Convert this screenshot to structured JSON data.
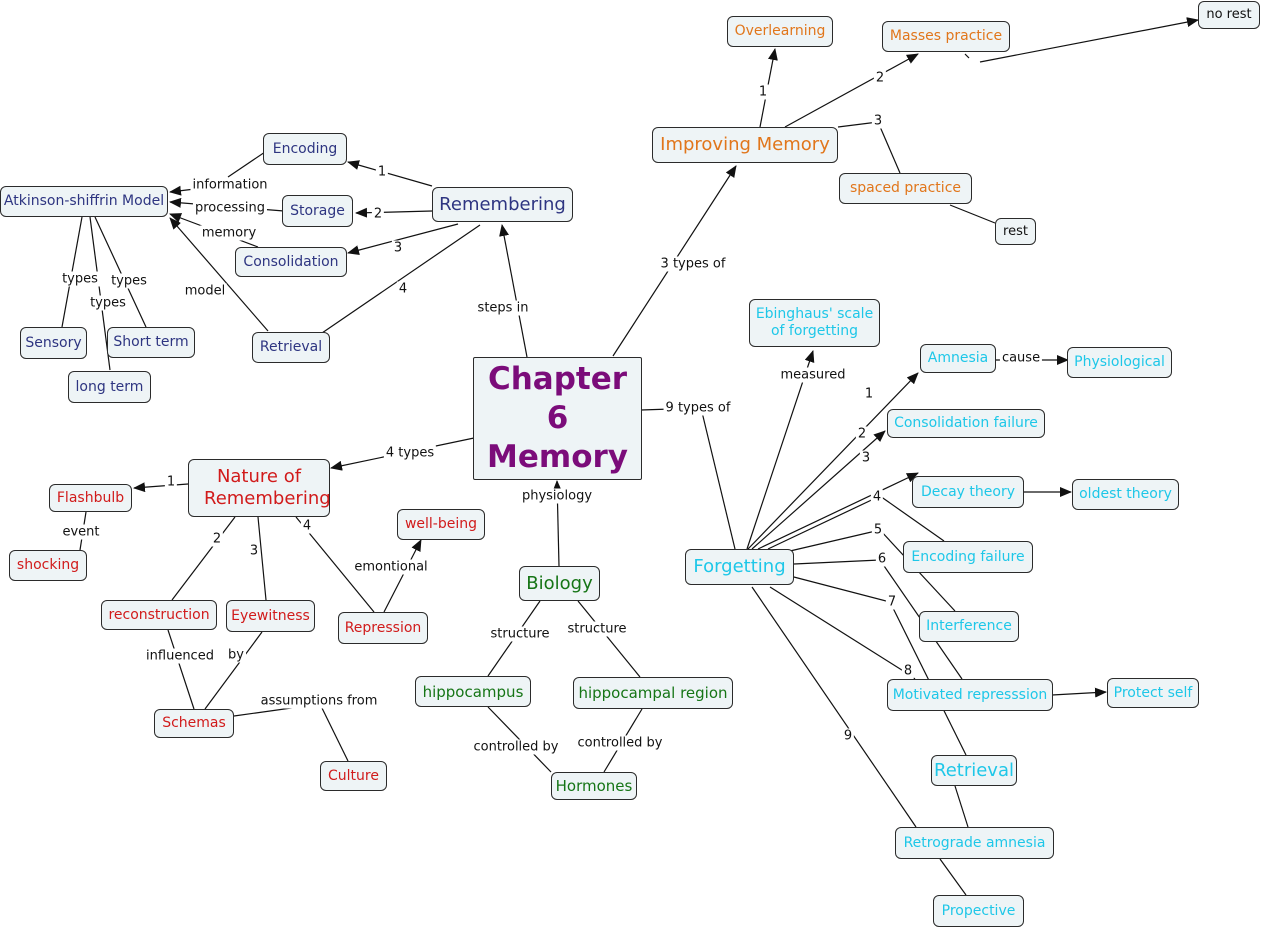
{
  "colors": {
    "blue": "#2e3581",
    "orange": "#e1761b",
    "cyan": "#1ec7e8",
    "red": "#d11b1b",
    "green": "#167516",
    "purple": "#7b0c7a",
    "node_fill": "#eef4f6",
    "line": "#111111"
  },
  "center": {
    "line1": "Chapter 6",
    "line2": "Memory"
  },
  "remembering": {
    "title": "Remembering",
    "model": "Atkinson-shiffrin Model",
    "steps": {
      "encoding": "Encoding",
      "storage": "Storage",
      "consolidation": "Consolidation",
      "retrieval": "Retrieval"
    },
    "stores": {
      "sensory": "Sensory",
      "short_term": "Short term",
      "long_term": "long term"
    }
  },
  "improving": {
    "title": "Improving Memory",
    "overlearning": "Overlearning",
    "masses_practice": "Masses practice",
    "no_rest": "no rest",
    "spaced_practice": "spaced practice",
    "rest": "rest"
  },
  "nature": {
    "title": "Nature of Remembering",
    "flashbulb": "Flashbulb",
    "shocking": "shocking",
    "reconstruction": "reconstruction",
    "eyewitness": "Eyewitness",
    "repression": "Repression",
    "well_being": "well-being",
    "schemas": "Schemas",
    "culture": "Culture"
  },
  "biology": {
    "title": "Biology",
    "hippocampus": "hippocampus",
    "hippocampal_region": "hippocampal region",
    "hormones": "Hormones"
  },
  "forgetting": {
    "title": "Forgetting",
    "ebbinghaus": "Ebinghaus' scale of forgetting",
    "amnesia": "Amnesia",
    "physiological": "Physiological",
    "consolidation_failure": "Consolidation failure",
    "decay_theory": "Decay theory",
    "oldest_theory": "oldest theory",
    "encoding_failure": "Encoding failure",
    "interference": "Interference",
    "motivated_repression": "Motivated represssion",
    "protect_self": "Protect self",
    "retrieval": "Retrieval",
    "retrograde_amnesia": "Retrograde amnesia",
    "propective": "Propective"
  },
  "link_labels": {
    "steps_in": "steps in",
    "three_types_of": "3 types of",
    "four_types": "4 types",
    "physiology": "physiology",
    "nine_types_of": "9 types of",
    "information": "information",
    "processing": "processing",
    "memory": "memory",
    "model": "model",
    "types": "types",
    "event": "event",
    "influenced": "influenced",
    "by": "by",
    "assumptions_from": "assumptions from",
    "emontional": "emontional",
    "structure": "structure",
    "controlled_by": "controlled by",
    "measured": "measured",
    "cause": "cause",
    "n1": "1",
    "n2": "2",
    "n3": "3",
    "n4": "4",
    "n5": "5",
    "n6": "6",
    "n7": "7",
    "n8": "8",
    "n9": "9"
  }
}
